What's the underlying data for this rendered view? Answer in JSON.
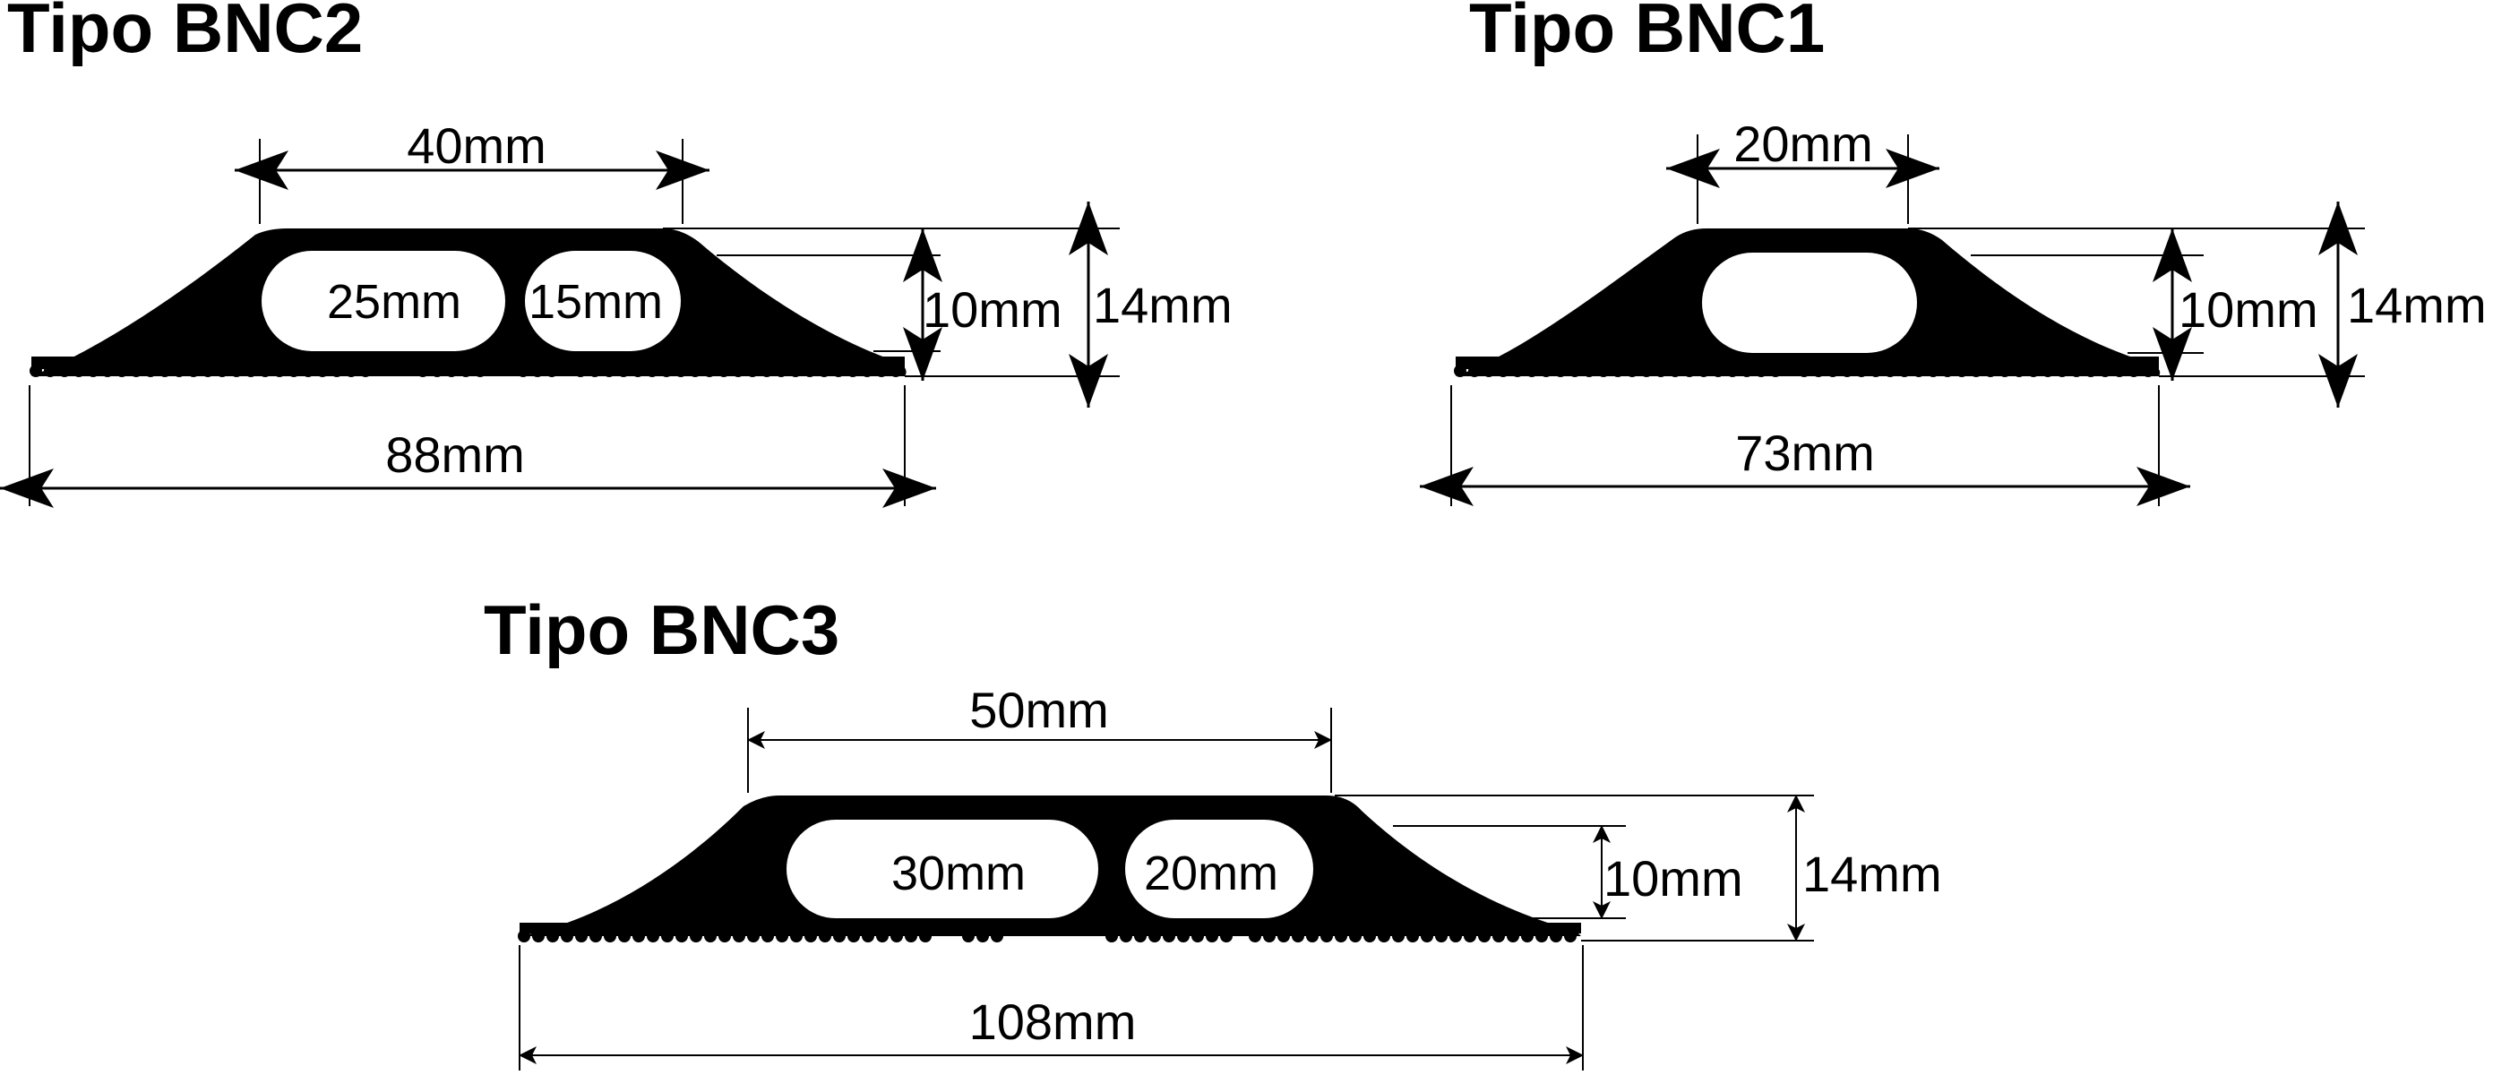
{
  "profiles": {
    "bnc2": {
      "title": "Tipo BNC2",
      "top_width": "40mm",
      "channel_a": "25mm",
      "channel_b": "15mm",
      "inner_height": "10mm",
      "total_height": "14mm",
      "base_width": "88mm"
    },
    "bnc1": {
      "title": "Tipo BNC1",
      "top_width": "20mm",
      "inner_height": "10mm",
      "total_height": "14mm",
      "base_width": "73mm"
    },
    "bnc3": {
      "title": "Tipo BNC3",
      "top_width": "50mm",
      "channel_a": "30mm",
      "channel_b": "20mm",
      "inner_height": "10mm",
      "total_height": "14mm",
      "base_width": "108mm"
    }
  },
  "colors": {
    "profile_fill": "#000000",
    "channel_fill": "#ffffff",
    "line": "#000000"
  }
}
